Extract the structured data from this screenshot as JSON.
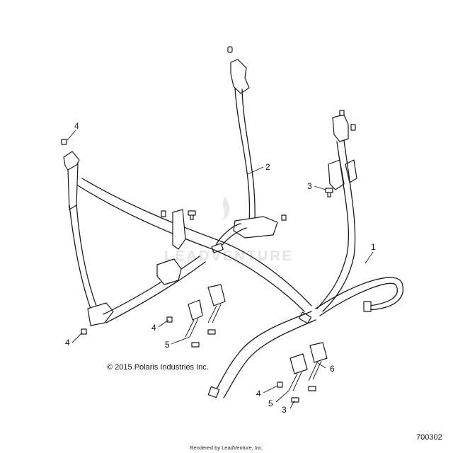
{
  "watermark": "LEADVENTURE",
  "copyright": "© 2015 Polaris Industries Inc.",
  "diagram_number": "700302",
  "rendered_by": "Rendered by LeadVenture, Inc.",
  "callouts": {
    "c1": "1",
    "c2": "2",
    "c3a": "3",
    "c3b": "3",
    "c4a": "4",
    "c4b": "4",
    "c4c": "4",
    "c4d": "4",
    "c5a": "5",
    "c5b": "5",
    "c6": "6"
  }
}
